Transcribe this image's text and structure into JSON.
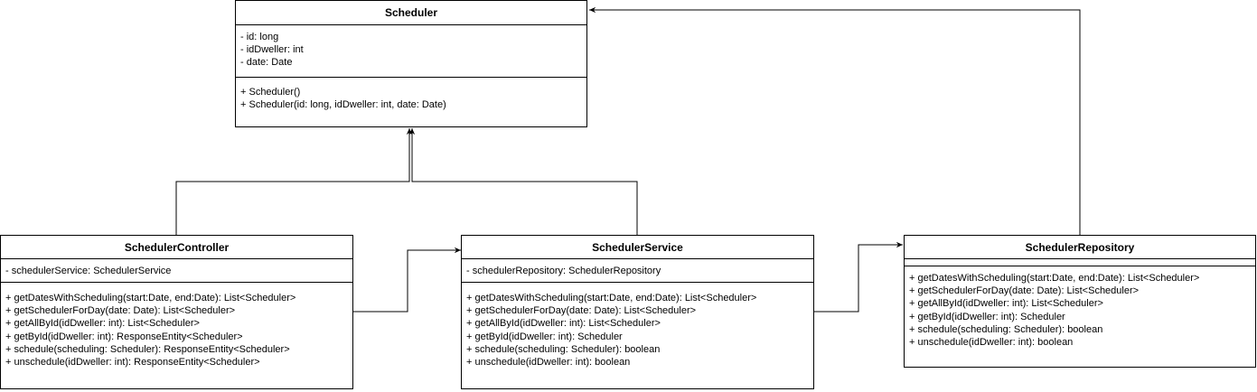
{
  "classes": {
    "scheduler": {
      "name": "Scheduler",
      "attributes": [
        "- id: long",
        "- idDweller: int",
        "- date: Date"
      ],
      "methods": [
        "+ Scheduler()",
        "+ Scheduler(id: long, idDweller: int, date: Date)"
      ]
    },
    "controller": {
      "name": "SchedulerController",
      "attributes": [
        "- schedulerService: SchedulerService"
      ],
      "methods": [
        "+ getDatesWithScheduling(start:Date, end:Date): List<Scheduler>",
        "+ getSchedulerForDay(date: Date): List<Scheduler>",
        "+ getAllById(idDweller: int): List<Scheduler>",
        "+ getById(idDweller: int): ResponseEntity<Scheduler>",
        "+ schedule(scheduling: Scheduler): ResponseEntity<Scheduler>",
        "+ unschedule(idDweller: int): ResponseEntity<Scheduler>"
      ]
    },
    "service": {
      "name": "SchedulerService",
      "attributes": [
        "- schedulerRepository: SchedulerRepository"
      ],
      "methods": [
        "+ getDatesWithScheduling(start:Date, end:Date): List<Scheduler>",
        "+ getSchedulerForDay(date: Date): List<Scheduler>",
        "+ getAllById(idDweller: int): List<Scheduler>",
        "+ getById(idDweller: int): Scheduler",
        "+ schedule(scheduling: Scheduler): boolean",
        "+ unschedule(idDweller: int): boolean"
      ]
    },
    "repository": {
      "name": "SchedulerRepository",
      "attributes": [],
      "methods": [
        "+ getDatesWithScheduling(start:Date, end:Date): List<Scheduler>",
        "+ getSchedulerForDay(date: Date): List<Scheduler>",
        "+ getAllById(idDweller: int): List<Scheduler>",
        "+ getById(idDweller: int): Scheduler",
        "+ schedule(scheduling: Scheduler): boolean",
        "+ unschedule(idDweller: int): boolean"
      ]
    }
  }
}
